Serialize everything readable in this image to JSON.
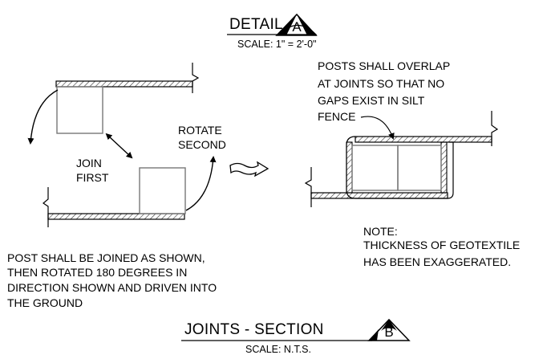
{
  "detail": {
    "title": "DETAIL",
    "mark": "A",
    "scale": "SCALE: 1\" = 2'-0\""
  },
  "section": {
    "title": "JOINTS - SECTION",
    "mark": "B",
    "scale": "SCALE: N.T.S."
  },
  "labels": {
    "join_first": [
      "JOIN",
      "FIRST"
    ],
    "rotate_second": [
      "ROTATE",
      "SECOND"
    ],
    "overlap_note": [
      "POSTS SHALL OVERLAP",
      "AT JOINTS SO THAT NO",
      "GAPS EXIST IN SILT",
      "FENCE"
    ],
    "note_heading": "NOTE:",
    "note_lines": [
      "THICKNESS OF GEOTEXTILE",
      "HAS BEEN EXAGGERATED."
    ],
    "procedure_lines": [
      "POST SHALL BE JOINED AS SHOWN,",
      "THEN ROTATED 180 DEGREES IN",
      "DIRECTION SHOWN AND DRIVEN INTO",
      "THE GROUND"
    ]
  }
}
